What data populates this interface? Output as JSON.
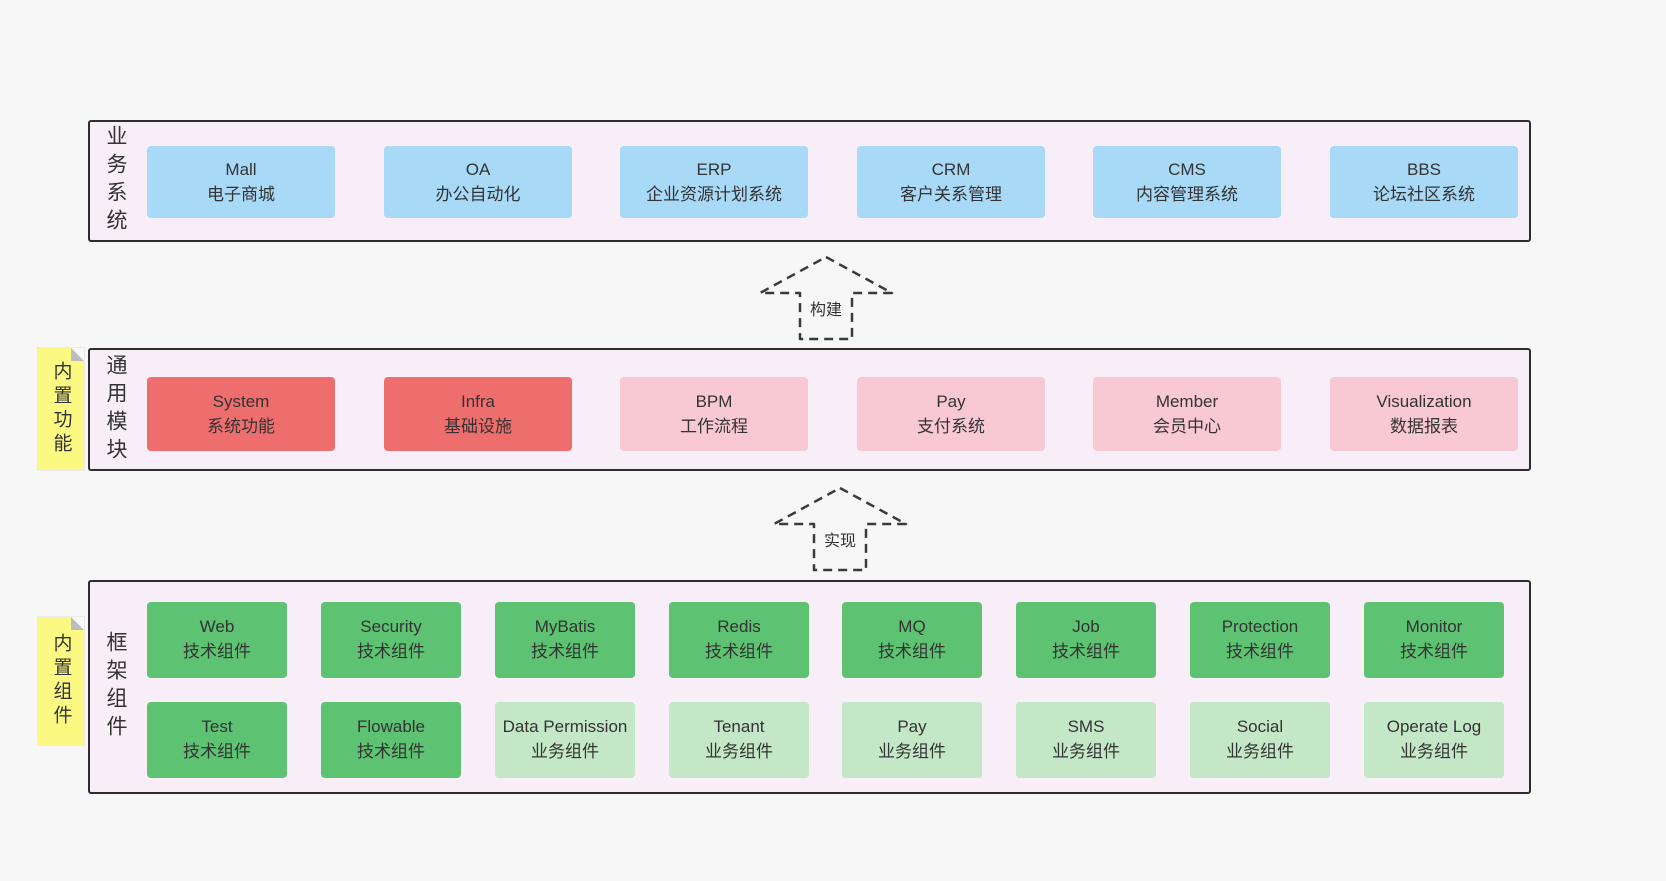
{
  "palette": {
    "page_bg": "#f7f7f7",
    "panel_bg": "#f8eef7",
    "panel_border": "#2d2d2d",
    "blue_box": "#a8d9f6",
    "red_box": "#ee6e6e",
    "pink_box": "#f9c9d3",
    "green_box": "#5ec273",
    "light_green_box": "#c4e8c7",
    "sticky_yellow": "#fcf983"
  },
  "arrows": {
    "build": "构建",
    "implement": "实现"
  },
  "sections": {
    "business": {
      "label": "业务系统",
      "boxes": [
        {
          "title": "Mall",
          "subtitle": "电子商城"
        },
        {
          "title": "OA",
          "subtitle": "办公自动化"
        },
        {
          "title": "ERP",
          "subtitle": "企业资源计划系统"
        },
        {
          "title": "CRM",
          "subtitle": "客户关系管理"
        },
        {
          "title": "CMS",
          "subtitle": "内容管理系统"
        },
        {
          "title": "BBS",
          "subtitle": "论坛社区系统"
        }
      ]
    },
    "modules": {
      "label": "通用模块",
      "sticky": "内置功能",
      "boxes": [
        {
          "title": "System",
          "subtitle": "系统功能",
          "variant": "red"
        },
        {
          "title": "Infra",
          "subtitle": "基础设施",
          "variant": "red"
        },
        {
          "title": "BPM",
          "subtitle": "工作流程",
          "variant": "pink"
        },
        {
          "title": "Pay",
          "subtitle": "支付系统",
          "variant": "pink"
        },
        {
          "title": "Member",
          "subtitle": "会员中心",
          "variant": "pink"
        },
        {
          "title": "Visualization",
          "subtitle": "数据报表",
          "variant": "pink"
        }
      ]
    },
    "framework": {
      "label": "框架组件",
      "sticky": "内置组件",
      "row1": [
        {
          "title": "Web",
          "subtitle": "技术组件",
          "variant": "green"
        },
        {
          "title": "Security",
          "subtitle": "技术组件",
          "variant": "green"
        },
        {
          "title": "MyBatis",
          "subtitle": "技术组件",
          "variant": "green"
        },
        {
          "title": "Redis",
          "subtitle": "技术组件",
          "variant": "green"
        },
        {
          "title": "MQ",
          "subtitle": "技术组件",
          "variant": "green"
        },
        {
          "title": "Job",
          "subtitle": "技术组件",
          "variant": "green"
        },
        {
          "title": "Protection",
          "subtitle": "技术组件",
          "variant": "green"
        },
        {
          "title": "Monitor",
          "subtitle": "技术组件",
          "variant": "green"
        }
      ],
      "row2": [
        {
          "title": "Test",
          "subtitle": "技术组件",
          "variant": "green"
        },
        {
          "title": "Flowable",
          "subtitle": "技术组件",
          "variant": "green"
        },
        {
          "title": "Data Permission",
          "subtitle": "业务组件",
          "variant": "lightgreen"
        },
        {
          "title": "Tenant",
          "subtitle": "业务组件",
          "variant": "lightgreen"
        },
        {
          "title": "Pay",
          "subtitle": "业务组件",
          "variant": "lightgreen"
        },
        {
          "title": "SMS",
          "subtitle": "业务组件",
          "variant": "lightgreen"
        },
        {
          "title": "Social",
          "subtitle": "业务组件",
          "variant": "lightgreen"
        },
        {
          "title": "Operate Log",
          "subtitle": "业务组件",
          "variant": "lightgreen"
        }
      ]
    }
  }
}
